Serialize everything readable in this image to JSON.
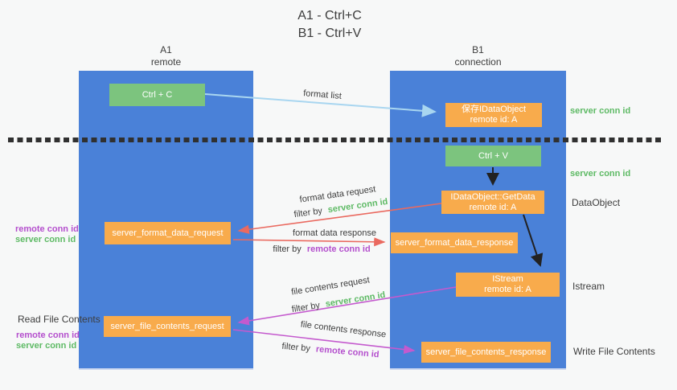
{
  "title": {
    "line1": "A1 - Ctrl+C",
    "line2": "B1 - Ctrl+V"
  },
  "lifelines": {
    "a1": {
      "name": "A1",
      "role": "remote"
    },
    "b1": {
      "name": "B1",
      "role": "connection"
    }
  },
  "nodes": {
    "ctrl_c": "Ctrl + C",
    "ctrl_v": "Ctrl + V",
    "save_idataobject": {
      "title": "保存IDataObject",
      "subtitle": "remote id: A"
    },
    "getdata": {
      "title": "IDataObject::GetData",
      "subtitle": "remote id: A"
    },
    "istream": {
      "title": "IStream",
      "subtitle": "remote id: A"
    },
    "format_request": "server_format_data_request",
    "format_response": "server_format_data_response",
    "file_request": "server_file_contents_request",
    "file_response": "server_file_contents_response"
  },
  "edge_labels": {
    "format_list": "format list",
    "format_data_request": "format data request",
    "format_data_response": "format data response",
    "file_contents_request": "file contents request",
    "file_contents_response": "file contents response",
    "filter_by": "filter by",
    "server_conn_id": "server conn id",
    "remote_conn_id": "remote conn id"
  },
  "annotations": {
    "left_remote_conn_id_1": "remote conn id",
    "left_server_conn_id_1": "server conn id",
    "read_file_contents": "Read File Contents",
    "left_remote_conn_id_2": "remote conn id",
    "left_server_conn_id_2": "server conn id",
    "right_server_conn_id_1": "server conn id",
    "right_server_conn_id_2": "server conn id",
    "dataobject": "DataObject",
    "istream": "Istream",
    "write_file_contents": "Write File Contents"
  },
  "colors": {
    "lifeline_blue": "#4a81d8",
    "green_box": "#7cc47e",
    "orange_box": "#f8ab4c",
    "green_text": "#5eba65",
    "magenta_text": "#b44fcd",
    "red_arrow": "#ea6a60",
    "magenta_arrow": "#c45ace",
    "light_blue_arrow": "#a9d6f0",
    "black_arrow": "#222222",
    "dark_text": "#3d3d3d",
    "background": "#f7f8f8"
  }
}
